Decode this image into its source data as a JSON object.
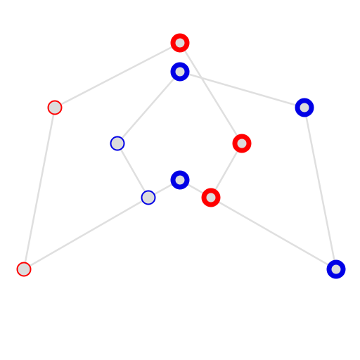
{
  "graph": {
    "edge_color": "#dfdfdf",
    "node_fill": "#dcdcdc",
    "color_map": {
      "red": "#ff0000",
      "blue": "#0000e6"
    },
    "nodes": [
      {
        "id": "n1",
        "color": "red",
        "weight": "heavy"
      },
      {
        "id": "n2",
        "color": "blue",
        "weight": "heavy"
      },
      {
        "id": "n3",
        "color": "red",
        "weight": "light"
      },
      {
        "id": "n4",
        "color": "blue",
        "weight": "heavy"
      },
      {
        "id": "n5",
        "color": "blue",
        "weight": "light"
      },
      {
        "id": "n6",
        "color": "red",
        "weight": "heavy"
      },
      {
        "id": "n7",
        "color": "blue",
        "weight": "heavy"
      },
      {
        "id": "n8",
        "color": "blue",
        "weight": "light"
      },
      {
        "id": "n9",
        "color": "red",
        "weight": "heavy"
      },
      {
        "id": "n10",
        "color": "red",
        "weight": "light"
      },
      {
        "id": "n11",
        "color": "blue",
        "weight": "heavy"
      }
    ],
    "edges": [
      [
        "n1",
        "n3"
      ],
      [
        "n1",
        "n6"
      ],
      [
        "n2",
        "n4"
      ],
      [
        "n2",
        "n5"
      ],
      [
        "n3",
        "n10"
      ],
      [
        "n4",
        "n11"
      ],
      [
        "n5",
        "n8"
      ],
      [
        "n6",
        "n9"
      ],
      [
        "n7",
        "n8"
      ],
      [
        "n7",
        "n9"
      ],
      [
        "n8",
        "n10"
      ],
      [
        "n9",
        "n11"
      ]
    ]
  }
}
